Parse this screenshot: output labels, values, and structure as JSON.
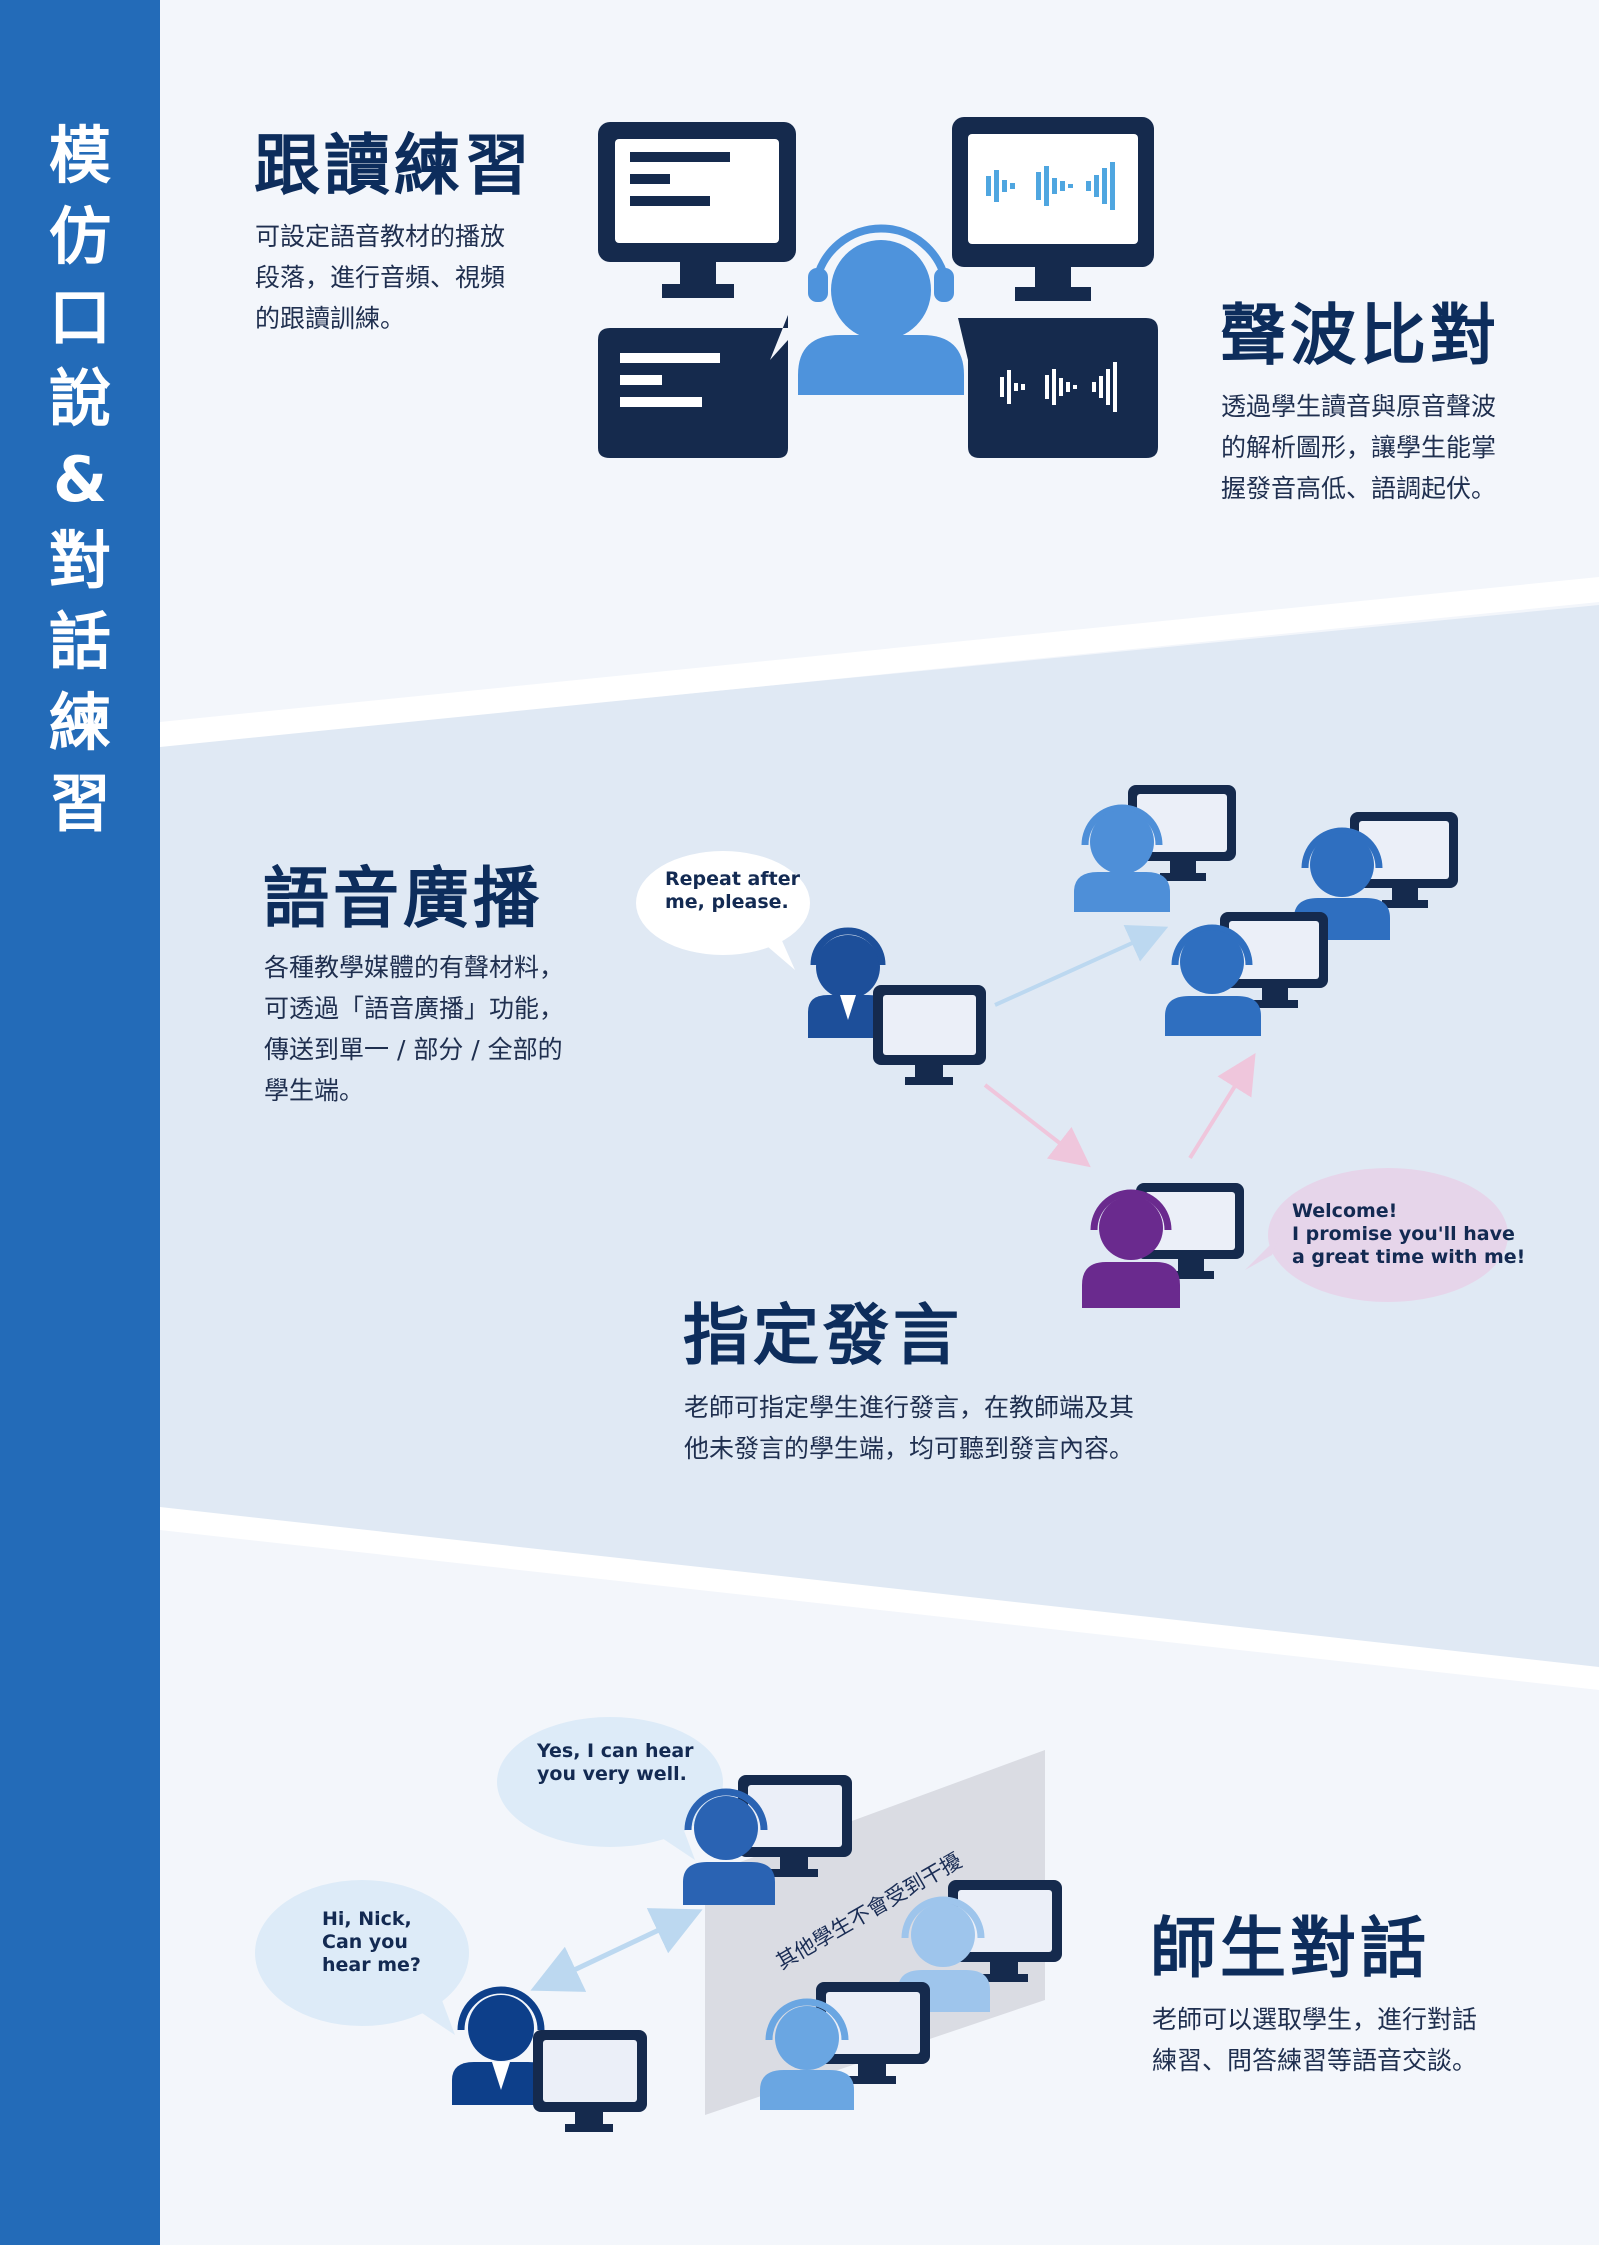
{
  "sidebar": {
    "title_chars": [
      "模",
      "仿",
      "口",
      "說",
      "&",
      "對",
      "話",
      "練",
      "習"
    ]
  },
  "colors": {
    "sidebar": "#236bb8",
    "navy": "#0d2d5c",
    "dark_monitor": "#152a4d",
    "light_blue": "#4e93dc",
    "band": "#e0e9f4"
  },
  "sections": {
    "shadowing": {
      "title": "跟讀練習",
      "lines": [
        "可設定語音教材的播放",
        "段落，進行音頻、視頻",
        "的跟讀訓練。"
      ]
    },
    "waveform": {
      "title": "聲波比對",
      "lines": [
        "透過學生讀音與原音聲波",
        "的解析圖形，讓學生能掌",
        "握發音高低、語調起伏。"
      ]
    },
    "broadcast": {
      "title": "語音廣播",
      "lines": [
        "各種教學媒體的有聲材料，",
        "可透過「語音廣播」功能，",
        "傳送到單一 / 部分 / 全部的",
        "學生端。"
      ]
    },
    "designate": {
      "title": "指定發言",
      "lines": [
        "老師可指定學生進行發言，在教師端及其",
        "他未發言的學生端，均可聽到發言內容。"
      ]
    },
    "dialogue": {
      "title": "師生對話",
      "lines": [
        "老師可以選取學生，進行對話",
        "練習、問答練習等語音交談。"
      ]
    }
  },
  "bubbles": {
    "repeat": [
      "Repeat after",
      "me, please."
    ],
    "welcome": [
      "Welcome!",
      "I promise you'll have",
      "a great time with me!"
    ],
    "yes": [
      "Yes, I can hear",
      "you very well."
    ],
    "hi": [
      "Hi, Nick,",
      "Can you",
      "hear me?"
    ]
  },
  "partition_note": "其他學生不會受到干擾"
}
